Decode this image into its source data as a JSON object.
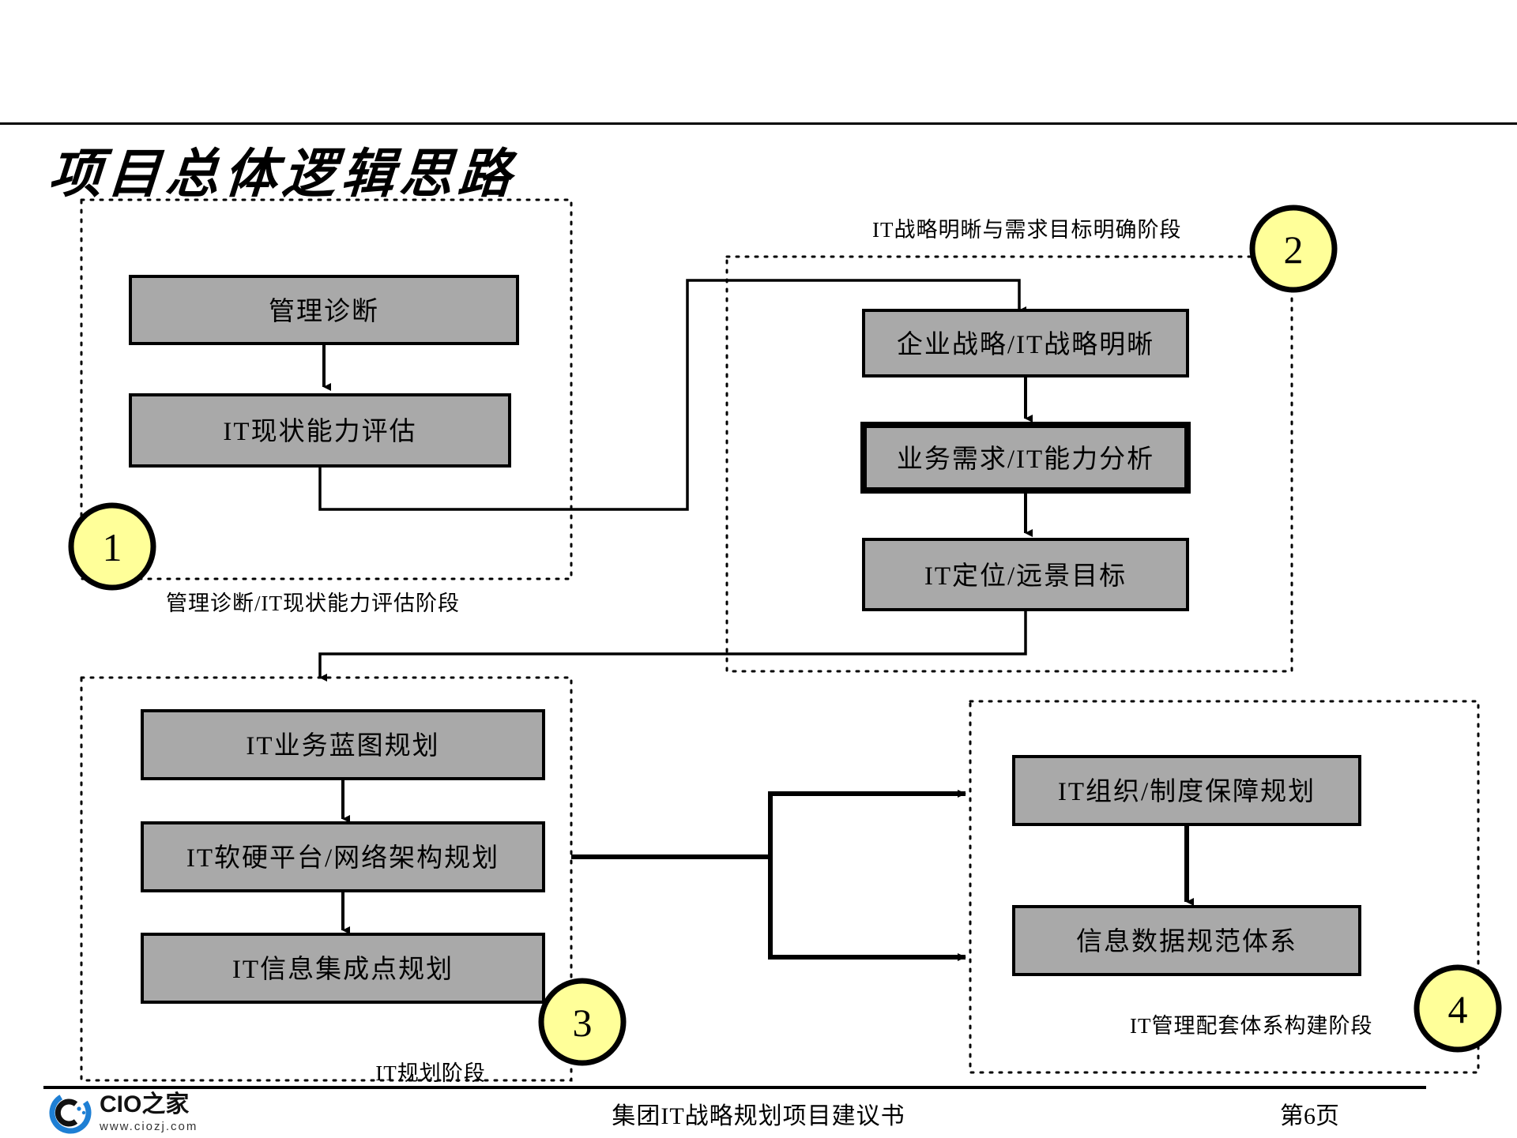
{
  "slide": {
    "title": "项目总体逻辑思路",
    "page_background": "#ffffff",
    "box_fill": "#a9a9a9",
    "circle_fill": "#ffff99",
    "line_color": "#000000"
  },
  "groups": [
    {
      "id": 1,
      "number": "1",
      "label": "管理诊断/IT现状能力评估阶段",
      "boxes": [
        {
          "text": "管理诊断"
        },
        {
          "text": "IT现状能力评估"
        }
      ]
    },
    {
      "id": 2,
      "number": "2",
      "label": "IT战略明晰与需求目标明确阶段",
      "boxes": [
        {
          "text": "企业战略/IT战略明晰"
        },
        {
          "text": "业务需求/IT能力分析",
          "emphasis": true
        },
        {
          "text": "IT定位/远景目标"
        }
      ]
    },
    {
      "id": 3,
      "number": "3",
      "label": "IT规划阶段",
      "boxes": [
        {
          "text": "IT业务蓝图规划"
        },
        {
          "text": "IT软硬平台/网络架构规划"
        },
        {
          "text": "IT信息集成点规划"
        }
      ]
    },
    {
      "id": 4,
      "number": "4",
      "label": "IT管理配套体系构建阶段",
      "boxes": [
        {
          "text": "IT组织/制度保障规划"
        },
        {
          "text": "信息数据规范体系"
        }
      ]
    }
  ],
  "footer": {
    "center_text": "集团IT战略规划项目建议书",
    "page_label": "第6页",
    "logo_main": "CIO之家",
    "logo_sub": "www.ciozj.com",
    "logo_color": "#1E7FD4"
  }
}
